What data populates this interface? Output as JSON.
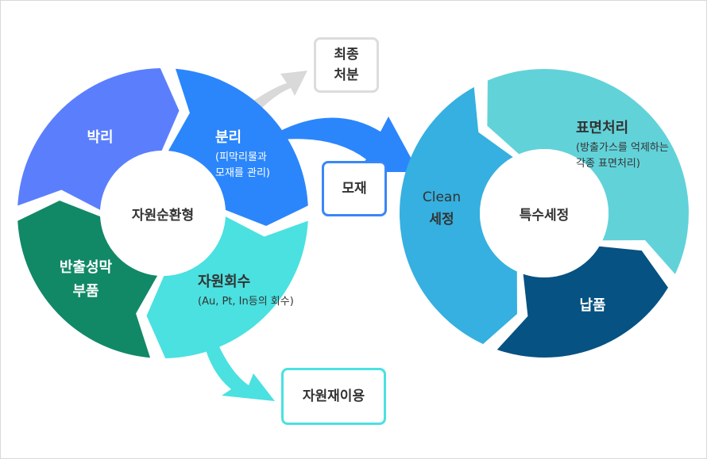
{
  "left_cycle": {
    "center_label": "자원순환형",
    "segments": [
      {
        "title": "박리",
        "color": "#5b7ffc"
      },
      {
        "title": "분리",
        "subtitle_line1": "(피막리물과",
        "subtitle_line2": "모재를 관리)",
        "color": "#2b86fb"
      },
      {
        "title": "자원회수",
        "subtitle": "(Au, Pt, In등의 회수)",
        "color": "#4ae1e0"
      },
      {
        "title_line1": "반출성막",
        "title_line2": "부품",
        "color": "#118966"
      }
    ]
  },
  "right_cycle": {
    "center_label": "특수세정",
    "segments": [
      {
        "title_line1": "Clean",
        "title_line2": "세정",
        "color": "#35b0e0"
      },
      {
        "title": "표면처리",
        "subtitle_line1": "(방출가스를 억제하는",
        "subtitle_line2": "각종 표면처리)",
        "color": "#62d2d9"
      },
      {
        "title": "납품",
        "color": "#065282"
      }
    ]
  },
  "boxes": {
    "final_disposal_line1": "최종",
    "final_disposal_line2": "처분",
    "base_material": "모재",
    "resource_reuse": "자원재이용"
  }
}
